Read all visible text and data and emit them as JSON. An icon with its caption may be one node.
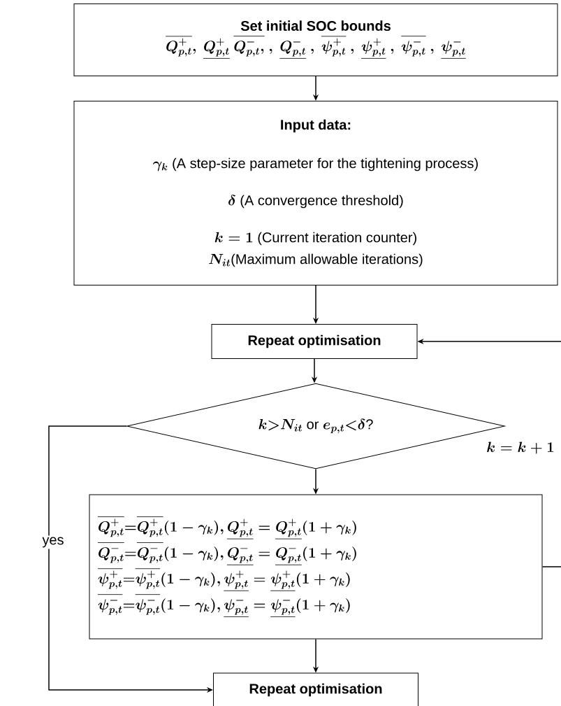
{
  "diagram": {
    "nodes": [
      {
        "text": [
          "Set initial SOC bounds",
          "\\boldsymbol{\\overline{Q^{+}_{p,t}},\\ \\underline{Q^{+}_{p,t}}\\ \\overline{Q^{-}_{p,t},}\\ ,\\ \\underline{Q^{-}_{p,t}}\\ ,\\ \\overline{\\psi^{+}_{p,t}}\\ ,\\ \\underline{\\psi^{+}_{p,t}}\\ ,\\ \\overline{\\psi^{-}_{p,t}}\\ ,\\ \\underline{\\psi^{-}_{p,t}}}"
        ]
      },
      {
        "text": [
          "Input data:",
          "\\boldsymbol{\\gamma_{k}}\\ \\text{(A step-size parameter for the tightening process)}",
          "\\boldsymbol{\\delta}\\ \\text{(A convergence threshold)}",
          "\\boldsymbol{k=1}\\ \\text{(Current iteration counter)}",
          "\\boldsymbol{N_{it}}\\text{(Maximum allowable iterations)}"
        ]
      },
      {
        "text": [
          "Repeat optimisation"
        ]
      },
      {
        "text": [
          "\\boldsymbol{k}{>}\\boldsymbol{N_{it}}\\text{ or }\\boldsymbol{e_{p,t}}{<}\\boldsymbol{\\delta}\\text{?}"
        ]
      },
      {
        "text": [
          "\\boldsymbol{\\overline{Q^{+}_{p,t}}{=}\\overline{Q^{+}_{p,t}}(1-\\gamma_{k}),\\underline{Q^{+}_{p,t}}=\\underline{Q^{+}_{p,t}}(1+\\gamma_{k})}",
          "\\boldsymbol{\\overline{Q^{-}_{p,t}}{=}\\overline{Q^{-}_{p,t}}(1-\\gamma_{k}),\\underline{Q^{-}_{p,t}}=\\underline{Q^{-}_{p,t}}(1+\\gamma_{k})}",
          "\\boldsymbol{\\overline{\\psi^{+}_{p,t}}{=}\\overline{\\psi^{+}_{p,t}}(1-\\gamma_{k}),\\underline{\\psi^{+}_{p,t}}=\\underline{\\psi^{+}_{p,t}}(1+\\gamma_{k})}",
          "\\boldsymbol{\\overline{\\psi^{-}_{p,t}}{=}\\overline{\\psi^{-}_{p,t}}(1-\\gamma_{k}),\\underline{\\psi^{-}_{p,t}}=\\underline{\\psi^{-}_{p,t}}(1+\\gamma_{k})}"
        ]
      },
      {
        "text": [
          "Repeat optimisation"
        ]
      }
    ],
    "edges": [
      {
        "from": 0,
        "to": 1,
        "arrow": "to"
      },
      {
        "from": 1,
        "to": 2,
        "arrow": "to"
      },
      {
        "from": 2,
        "to": 3,
        "arrow": "to"
      },
      {
        "from": 3,
        "to": 4,
        "arrow": "to"
      },
      {
        "from": 4,
        "to": 5,
        "arrow": "to"
      },
      {
        "from": 3,
        "to": 5,
        "arrow": "to",
        "label": "yes"
      },
      {
        "from": 4,
        "to": 2,
        "arrow": "to",
        "label": "\\boldsymbol{k=k+1}"
      }
    ]
  }
}
